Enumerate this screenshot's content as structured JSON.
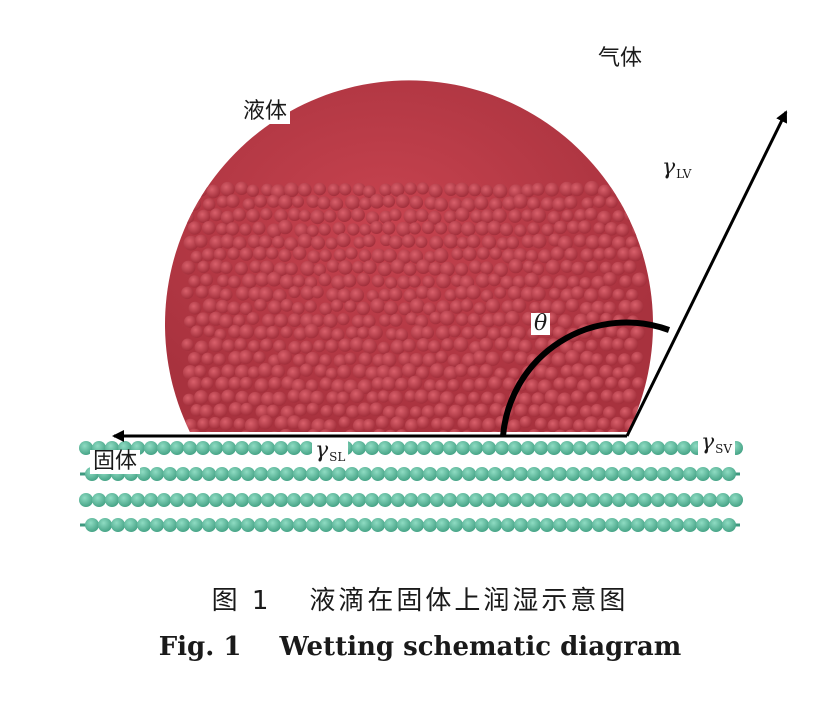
{
  "labels": {
    "gas": "气体",
    "liquid": "液体",
    "solid": "固体",
    "theta": "θ",
    "gamma": "γ",
    "lv_sub": "LV",
    "sl_sub": "SL",
    "sv_sub": "SV"
  },
  "caption": {
    "cn_number": "图 1",
    "cn_text": "液滴在固体上润湿示意图",
    "en_number": "Fig. 1",
    "en_text": "Wetting schematic diagram"
  },
  "colors": {
    "droplet": "#c7434f",
    "droplet_dark": "#9e2a36",
    "solid_particles": "#6cc4a8",
    "solid_dark": "#3f9a80",
    "lines": "#000000"
  }
}
